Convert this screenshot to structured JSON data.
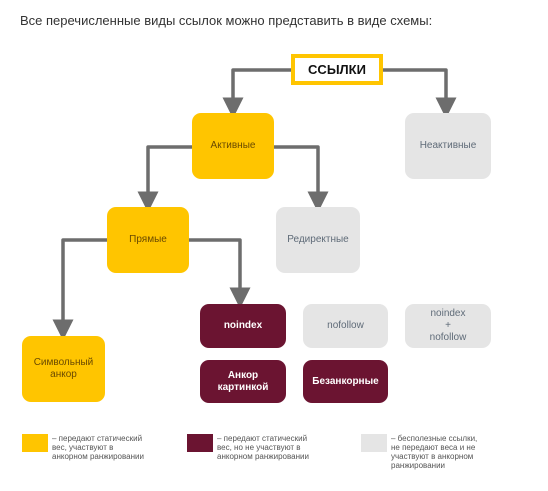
{
  "intro": "Все перечисленные виды ссылок можно представить в виде схемы:",
  "root": "ССЫЛКИ",
  "nodes": {
    "active": "Активные",
    "inactive": "Неактивные",
    "direct": "Прямые",
    "redirect": "Редиректные",
    "symbolic": "Символьный\nанкор",
    "noindex": "noindex",
    "nofollow": "nofollow",
    "noindex_nofollow": "noindex\n+\nnofollow",
    "image_anchor": "Анкор\nкартинкой",
    "anchorless": "Безанкорные"
  },
  "legend": [
    {
      "color": "#ffc500",
      "text": "– передают статический\nвес, участвуют в\nанкорном ранжировании"
    },
    {
      "color": "#6b1431",
      "text": "– передают статический\nвес, но не участвуют в\nанкорном ранжировании"
    },
    {
      "color": "#e5e5e5",
      "text": "– бесполезные ссылки,\nне передают веса и не\nучаствуют в анкорном\nранжировании"
    }
  ],
  "colors": {
    "yellow": "#ffc500",
    "maroon": "#6b1431",
    "grey": "#e5e5e5",
    "arrow": "#6d6d6d"
  }
}
